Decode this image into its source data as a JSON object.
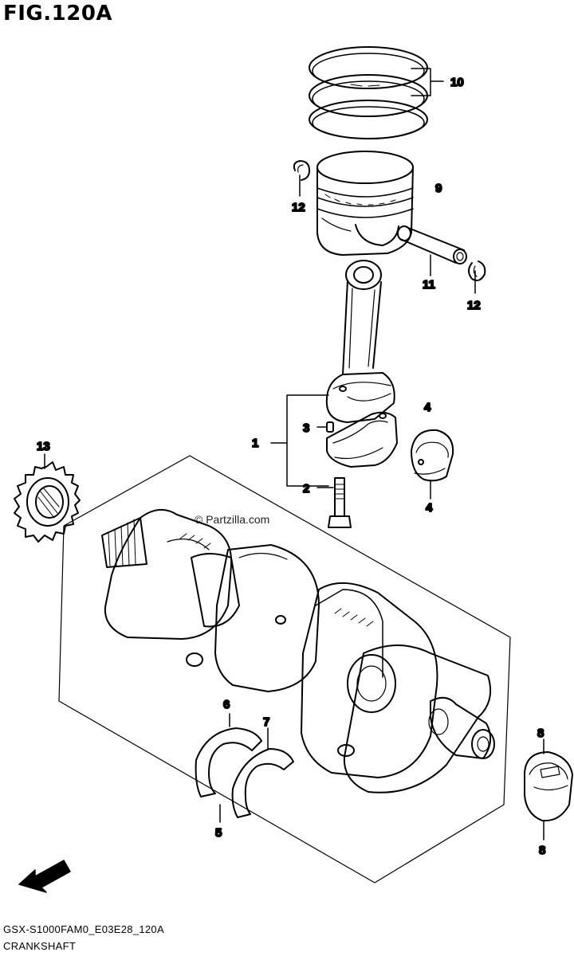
{
  "figure": {
    "title": "FIG.120A",
    "code": "GSX-S1000FAM0_E03E28_120A",
    "caption": "CRANKSHAFT",
    "watermark": "© Partzilla.com",
    "direction_arrow": "FWD"
  },
  "callouts": {
    "c1": "1",
    "c2": "2",
    "c3": "3",
    "c4a": "4",
    "c4b": "4",
    "c5": "5",
    "c6": "6",
    "c7": "7",
    "c8a": "8",
    "c8b": "8",
    "c9": "9",
    "c10": "10",
    "c11": "11",
    "c12a": "12",
    "c12b": "12",
    "c13": "13"
  },
  "colors": {
    "line": "#000000",
    "background": "#ffffff"
  }
}
